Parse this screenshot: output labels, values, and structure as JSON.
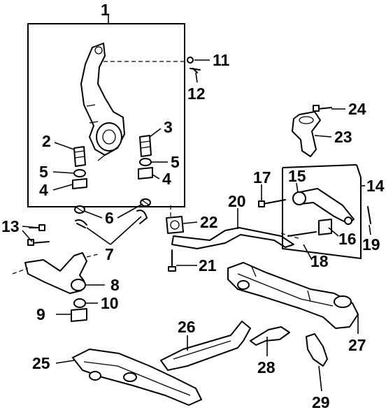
{
  "callouts": [
    {
      "id": "1",
      "text": "1"
    },
    {
      "id": "2",
      "text": "2"
    },
    {
      "id": "3",
      "text": "3"
    },
    {
      "id": "4a",
      "text": "4"
    },
    {
      "id": "4b",
      "text": "4"
    },
    {
      "id": "5a",
      "text": "5"
    },
    {
      "id": "5b",
      "text": "5"
    },
    {
      "id": "6",
      "text": "6"
    },
    {
      "id": "7",
      "text": "7"
    },
    {
      "id": "8",
      "text": "8"
    },
    {
      "id": "9",
      "text": "9"
    },
    {
      "id": "10",
      "text": "10"
    },
    {
      "id": "11",
      "text": "11"
    },
    {
      "id": "12",
      "text": "12"
    },
    {
      "id": "13",
      "text": "13"
    },
    {
      "id": "14",
      "text": "14"
    },
    {
      "id": "15",
      "text": "15"
    },
    {
      "id": "16",
      "text": "16"
    },
    {
      "id": "17",
      "text": "17"
    },
    {
      "id": "18",
      "text": "18"
    },
    {
      "id": "19",
      "text": "19"
    },
    {
      "id": "20",
      "text": "20"
    },
    {
      "id": "21",
      "text": "21"
    },
    {
      "id": "22",
      "text": "22"
    },
    {
      "id": "23",
      "text": "23"
    },
    {
      "id": "24",
      "text": "24"
    },
    {
      "id": "25",
      "text": "25"
    },
    {
      "id": "26",
      "text": "26"
    },
    {
      "id": "27",
      "text": "27"
    },
    {
      "id": "28",
      "text": "28"
    },
    {
      "id": "29",
      "text": "29"
    }
  ]
}
